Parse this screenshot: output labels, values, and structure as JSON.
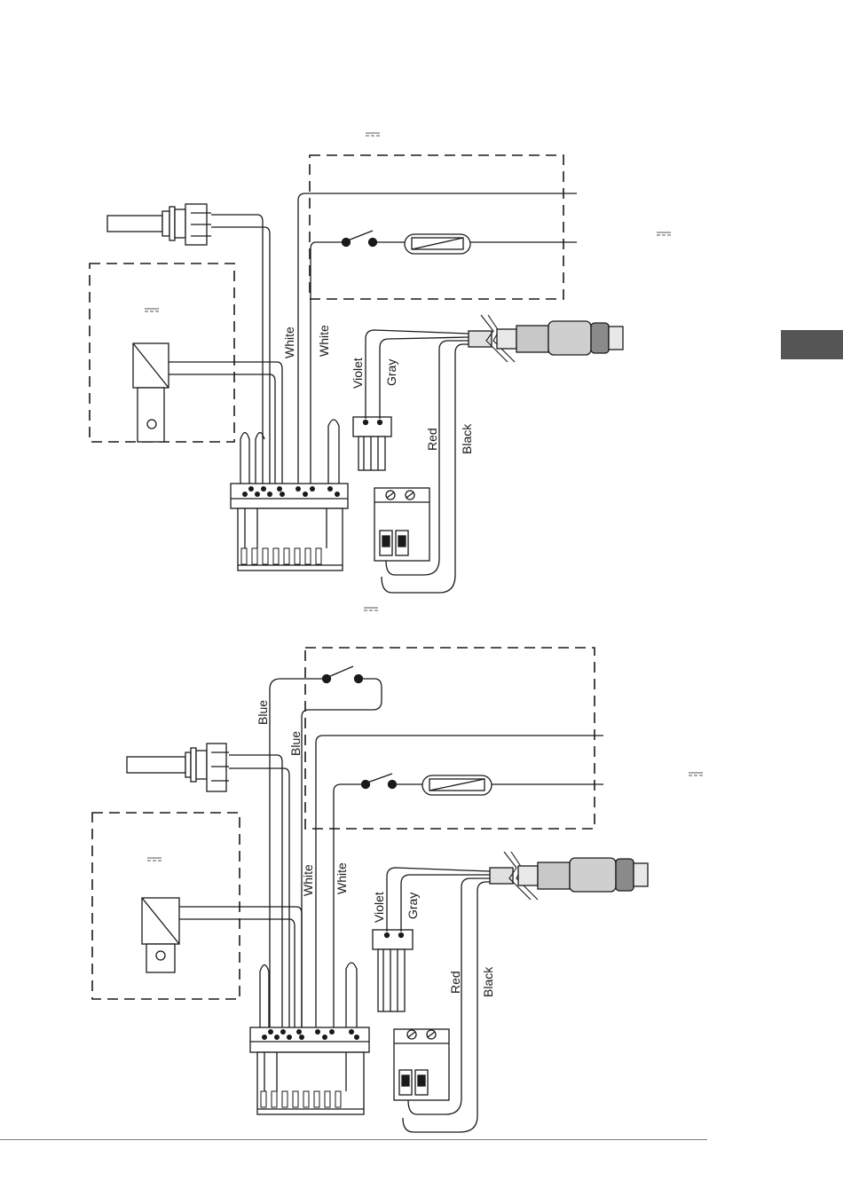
{
  "colors": {
    "line": "#1a1a1a",
    "tab": "#555555",
    "connector_light": "#c8c8c8",
    "connector_dark": "#8a8a8a"
  },
  "diagrams": [
    {
      "wires": {
        "white_1": "White",
        "white_2": "White",
        "violet": "Violet",
        "gray": "Gray",
        "red": "Red",
        "black": "Black"
      }
    },
    {
      "wires": {
        "blue_1": "Blue",
        "blue_2": "Blue",
        "white_1": "White",
        "white_2": "White",
        "violet": "Violet",
        "gray": "Gray",
        "red": "Red",
        "black": "Black"
      }
    }
  ]
}
